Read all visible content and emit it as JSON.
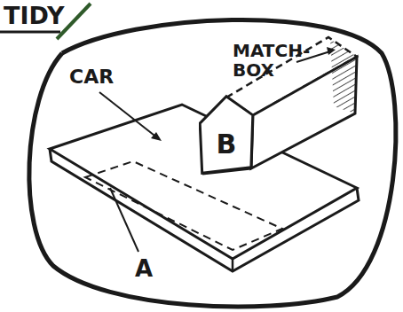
{
  "diagram": {
    "nodes": [
      {
        "text": [
          "B"
        ]
      }
    ],
    "labels": [
      "TIDY",
      "MATCH- BOX",
      "CAR",
      "A"
    ]
  }
}
